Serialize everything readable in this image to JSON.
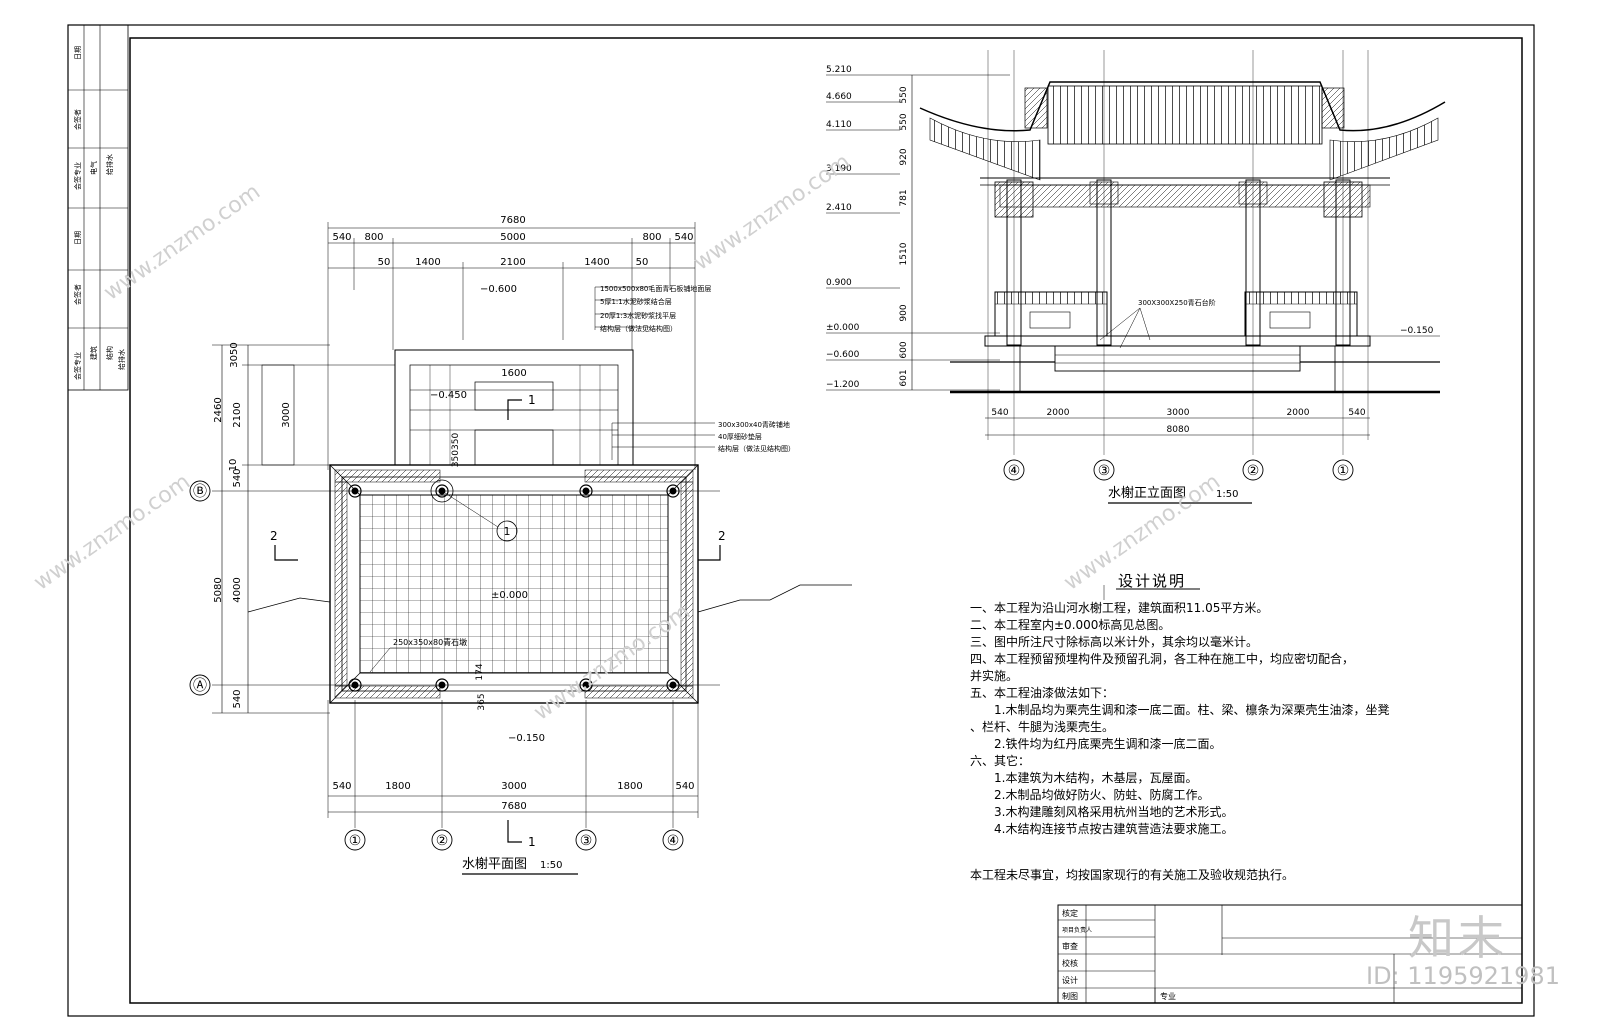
{
  "plan": {
    "title": "水榭平面图",
    "scale": "1:50",
    "dim_total": "7680",
    "dims_top1": [
      "540",
      "800",
      "5000",
      "800",
      "540"
    ],
    "dims_top2": [
      "50",
      "1400",
      "2100",
      "1400",
      "50"
    ],
    "dims_bottom": [
      "540",
      "1800",
      "3000",
      "1800",
      "540"
    ],
    "dim_total_bottom": "7680",
    "dims_left_outer": [
      "3050",
      "2460",
      "10",
      "5080"
    ],
    "dims_left_inner": [
      "2100",
      "540",
      "4000",
      "540"
    ],
    "dim_3000": "3000",
    "dim_1600": "1600",
    "dim_350": "350350",
    "dim_174": "174",
    "dim_365": "365",
    "elev_top": "−0.600",
    "elev_step": "−0.450",
    "elev_floor": "±0.000",
    "elev_bottom": "−0.150",
    "callouts_top": [
      "1500x500x80毛面青石板铺地面层",
      "5厚1:1水泥砂浆结合层",
      "20厚1:3水泥砂浆找平层",
      "结构层（做法见结构图）"
    ],
    "callouts_right": [
      "300x300x40青砖铺地",
      "40厚细砂垫层",
      "结构层（做法见结构图）"
    ],
    "beam_note": "250x350x80青石墩",
    "axes_bottom": [
      "①",
      "②",
      "③",
      "④"
    ],
    "axes_left": [
      "Ⓑ",
      "Ⓐ"
    ],
    "section_mark": "1",
    "section_mark2": "2",
    "detail_mark": "1"
  },
  "elevation": {
    "title": "水榭正立面图",
    "scale": "1:50",
    "levels": [
      "5.210",
      "4.660",
      "4.110",
      "3.190",
      "2.410",
      "0.900",
      "±0.000",
      "−0.600",
      "−1.200"
    ],
    "level_dims": [
      "550",
      "550",
      "920",
      "781",
      "1510",
      "900",
      "600",
      "601"
    ],
    "dims_bottom": [
      "540",
      "2000",
      "3000",
      "2000",
      "540"
    ],
    "dim_total": "8080",
    "axes": [
      "④",
      "③",
      "②",
      "①"
    ],
    "elev_right": "−0.150",
    "stone_note": "300X300X250青石台阶"
  },
  "notes": {
    "title": "设计说明",
    "lines": [
      "一、本工程为沿山河水榭工程，建筑面积11.05平方米。",
      "二、本工程室内±0.000标高见总图。",
      "三、图中所注尺寸除标高以米计外，其余均以毫米计。",
      "四、本工程预留预埋构件及预留孔洞，各工种在施工中，均应密切配合，",
      "并实施。",
      "五、本工程油漆做法如下：",
      "1.木制品均为栗壳生调和漆一底二面。柱、梁、檩条为深栗壳生油漆，坐凳",
      "、栏杆、牛腿为浅栗壳生。",
      "2.铁件均为红丹底栗壳生调和漆一底二面。",
      "六、其它：",
      "1.本建筑为木结构，木基层，瓦屋面。",
      "2.木制品均做好防火、防蛀、防腐工作。",
      "3.木构建雕刻风格采用杭州当地的艺术形式。",
      "4.木结构连接节点按古建筑营造法要求施工。"
    ],
    "final": "本工程未尽事宜，均按国家现行的有关施工及验收规范执行。"
  },
  "title_block": {
    "rows": [
      "核定",
      "项目负责人",
      "审查",
      "校核",
      "设计",
      "制图"
    ],
    "discipline": "专业"
  },
  "side_block": {
    "cells": [
      "日期",
      "会签者",
      "会签专业",
      "电气",
      "给排水",
      "日期",
      "会签者",
      "会签专业",
      "建筑",
      "结构",
      "给排水"
    ]
  },
  "watermark": {
    "text": "www.znzmo.com",
    "brand": "知末",
    "image_id": "ID: 1195921981"
  }
}
